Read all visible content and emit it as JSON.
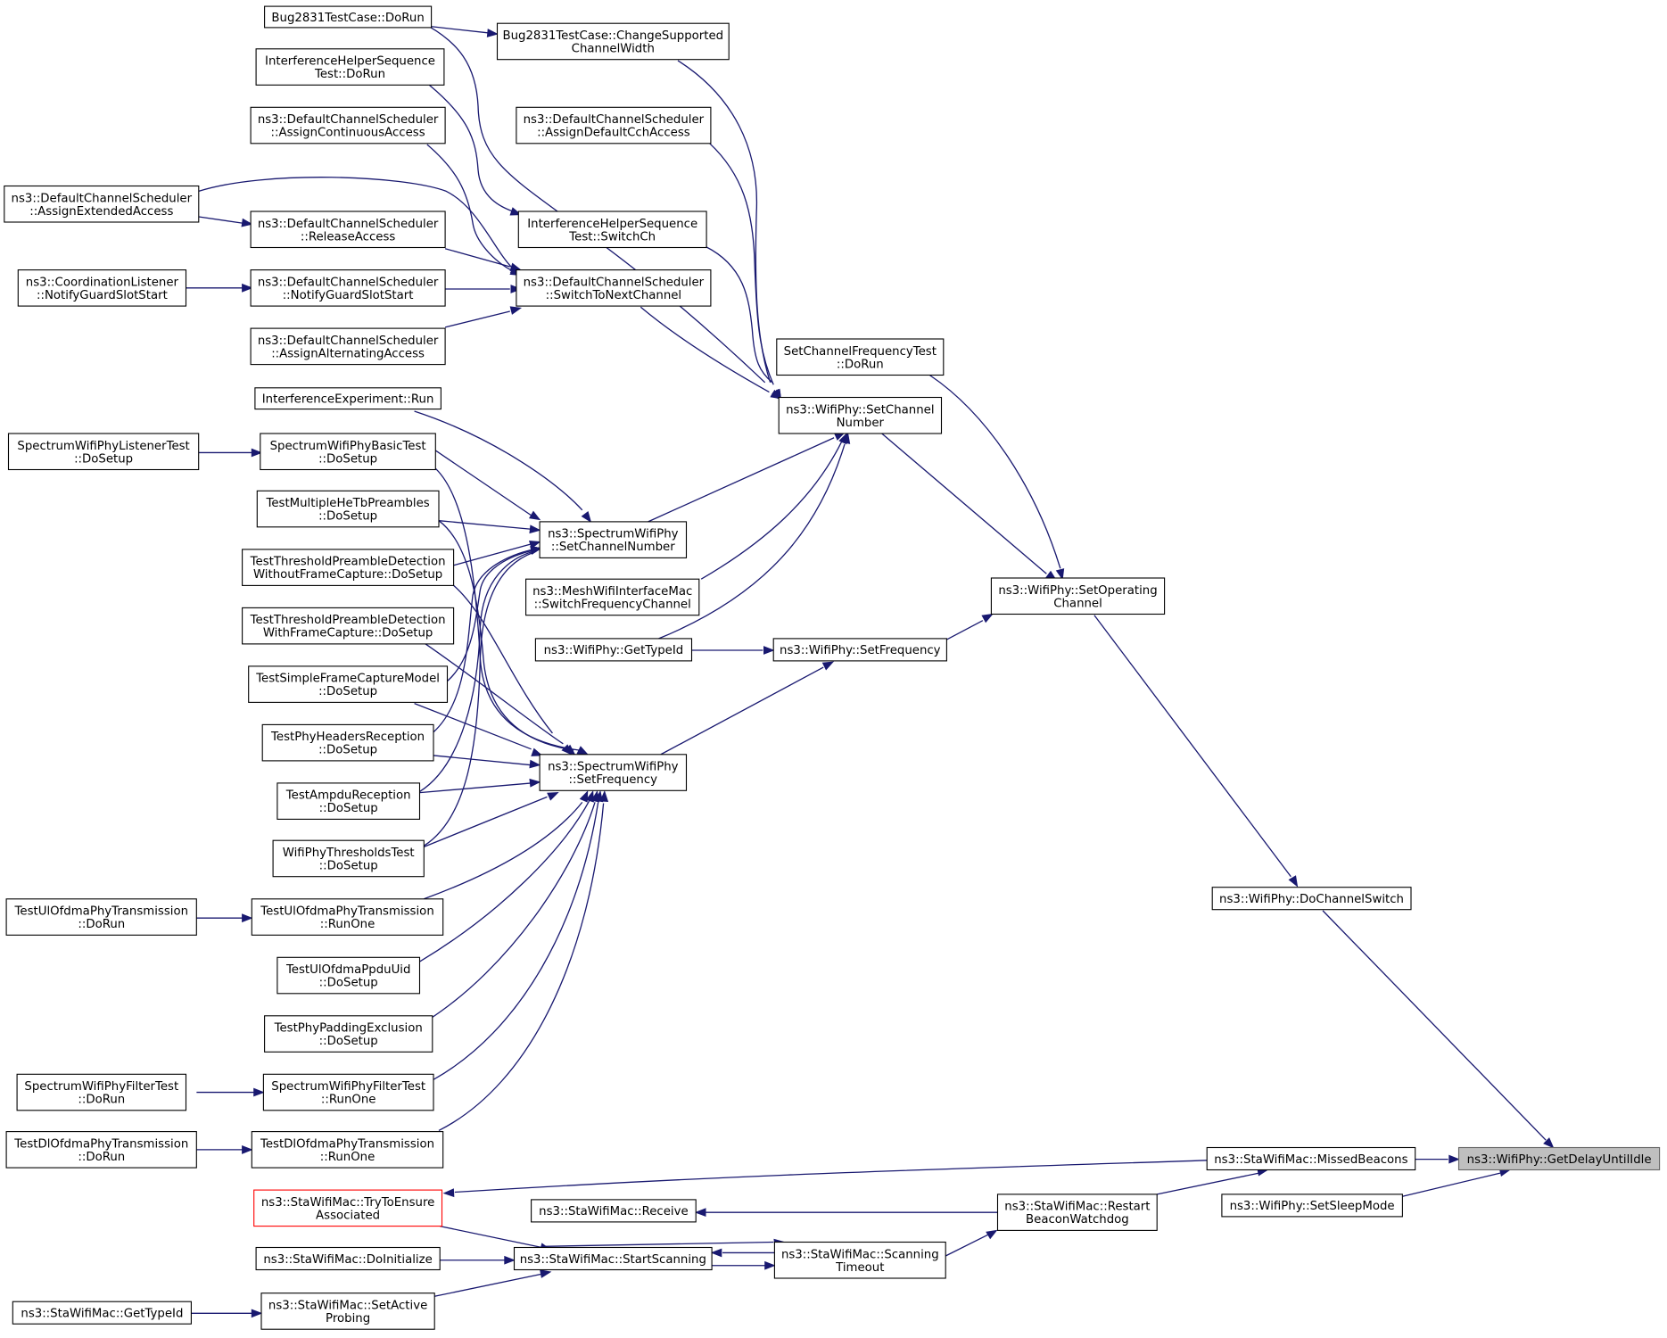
{
  "colors": {
    "edge": "#191970",
    "root_fill": "#bfbfbf",
    "highlight_border": "#ff0000"
  },
  "nodes": {
    "bug_dorun": {
      "lines": [
        "Bug2831TestCase::DoRun"
      ]
    },
    "bug_change": {
      "lines": [
        "Bug2831TestCase::ChangeSupported",
        "ChannelWidth"
      ]
    },
    "ihs_dorun": {
      "lines": [
        "InterferenceHelperSequence",
        "Test::DoRun"
      ]
    },
    "dcs_cont": {
      "lines": [
        "ns3::DefaultChannelScheduler",
        "::AssignContinuousAccess"
      ]
    },
    "dcs_defcch": {
      "lines": [
        "ns3::DefaultChannelScheduler",
        "::AssignDefaultCchAccess"
      ]
    },
    "dcs_ext": {
      "lines": [
        "ns3::DefaultChannelScheduler",
        "::AssignExtendedAccess"
      ]
    },
    "ihs_switch": {
      "lines": [
        "InterferenceHelperSequence",
        "Test::SwitchCh"
      ]
    },
    "dcs_release": {
      "lines": [
        "ns3::DefaultChannelScheduler",
        "::ReleaseAccess"
      ]
    },
    "coord": {
      "lines": [
        "ns3::CoordinationListener",
        "::NotifyGuardSlotStart"
      ]
    },
    "dcs_guard": {
      "lines": [
        "ns3::DefaultChannelScheduler",
        "::NotifyGuardSlotStart"
      ]
    },
    "dcs_next": {
      "lines": [
        "ns3::DefaultChannelScheduler",
        "::SwitchToNextChannel"
      ]
    },
    "dcs_alt": {
      "lines": [
        "ns3::DefaultChannelScheduler",
        "::AssignAlternatingAccess"
      ]
    },
    "scf_dorun": {
      "lines": [
        "SetChannelFrequencyTest",
        "::DoRun"
      ]
    },
    "ie_run": {
      "lines": [
        "InterferenceExperiment::Run"
      ]
    },
    "wp_setchnum": {
      "lines": [
        "ns3::WifiPhy::SetChannel",
        "Number"
      ]
    },
    "swp_listener": {
      "lines": [
        "SpectrumWifiPhyListenerTest",
        "::DoSetup"
      ]
    },
    "swp_basic": {
      "lines": [
        "SpectrumWifiPhyBasicTest",
        "::DoSetup"
      ]
    },
    "tmhetb": {
      "lines": [
        "TestMultipleHeTbPreambles",
        "::DoSetup"
      ]
    },
    "swp_setchnum": {
      "lines": [
        "ns3::SpectrumWifiPhy",
        "::SetChannelNumber"
      ]
    },
    "ttpd_wo": {
      "lines": [
        "TestThresholdPreambleDetection",
        "WithoutFrameCapture::DoSetup"
      ]
    },
    "mesh": {
      "lines": [
        "ns3::MeshWifiInterfaceMac",
        "::SwitchFrequencyChannel"
      ]
    },
    "wp_setopch": {
      "lines": [
        "ns3::WifiPhy::SetOperating",
        "Channel"
      ]
    },
    "ttpd_w": {
      "lines": [
        "TestThresholdPreambleDetection",
        "WithFrameCapture::DoSetup"
      ]
    },
    "wp_typeid": {
      "lines": [
        "ns3::WifiPhy::GetTypeId"
      ]
    },
    "wp_setfreq": {
      "lines": [
        "ns3::WifiPhy::SetFrequency"
      ]
    },
    "tsfcm": {
      "lines": [
        "TestSimpleFrameCaptureModel",
        "::DoSetup"
      ]
    },
    "tphr": {
      "lines": [
        "TestPhyHeadersReception",
        "::DoSetup"
      ]
    },
    "swp_setfreq": {
      "lines": [
        "ns3::SpectrumWifiPhy",
        "::SetFrequency"
      ]
    },
    "tampdu": {
      "lines": [
        "TestAmpduReception",
        "::DoSetup"
      ]
    },
    "wpthr": {
      "lines": [
        "WifiPhyThresholdsTest",
        "::DoSetup"
      ]
    },
    "wp_dochsw": {
      "lines": [
        "ns3::WifiPhy::DoChannelSwitch"
      ]
    },
    "tulofdma_dorun": {
      "lines": [
        "TestUlOfdmaPhyTransmission",
        "::DoRun"
      ]
    },
    "tulofdma_runone": {
      "lines": [
        "TestUlOfdmaPhyTransmission",
        "::RunOne"
      ]
    },
    "tulppdu": {
      "lines": [
        "TestUlOfdmaPpduUid",
        "::DoSetup"
      ]
    },
    "tphypad": {
      "lines": [
        "TestPhyPaddingExclusion",
        "::DoSetup"
      ]
    },
    "swpf_dorun": {
      "lines": [
        "SpectrumWifiPhyFilterTest",
        "::DoRun"
      ]
    },
    "swpf_runone": {
      "lines": [
        "SpectrumWifiPhyFilterTest",
        "::RunOne"
      ]
    },
    "tdlofdma_dorun": {
      "lines": [
        "TestDlOfdmaPhyTransmission",
        "::DoRun"
      ]
    },
    "tdlofdma_runone": {
      "lines": [
        "TestDlOfdmaPhyTransmission",
        "::RunOne"
      ]
    },
    "sta_missed": {
      "lines": [
        "ns3::StaWifiMac::MissedBeacons"
      ]
    },
    "root": {
      "lines": [
        "ns3::WifiPhy::GetDelayUntilIdle"
      ]
    },
    "sta_tryassoc": {
      "lines": [
        "ns3::StaWifiMac::TryToEnsure",
        "Associated"
      ]
    },
    "sta_receive": {
      "lines": [
        "ns3::StaWifiMac::Receive"
      ]
    },
    "sta_restart": {
      "lines": [
        "ns3::StaWifiMac::Restart",
        "BeaconWatchdog"
      ]
    },
    "wp_sleep": {
      "lines": [
        "ns3::WifiPhy::SetSleepMode"
      ]
    },
    "sta_doinit": {
      "lines": [
        "ns3::StaWifiMac::DoInitialize"
      ]
    },
    "sta_startscan": {
      "lines": [
        "ns3::StaWifiMac::StartScanning"
      ]
    },
    "sta_scantimeout": {
      "lines": [
        "ns3::StaWifiMac::Scanning",
        "Timeout"
      ]
    },
    "sta_typeid": {
      "lines": [
        "ns3::StaWifiMac::GetTypeId"
      ]
    },
    "sta_setactive": {
      "lines": [
        "ns3::StaWifiMac::SetActive",
        "Probing"
      ]
    }
  }
}
